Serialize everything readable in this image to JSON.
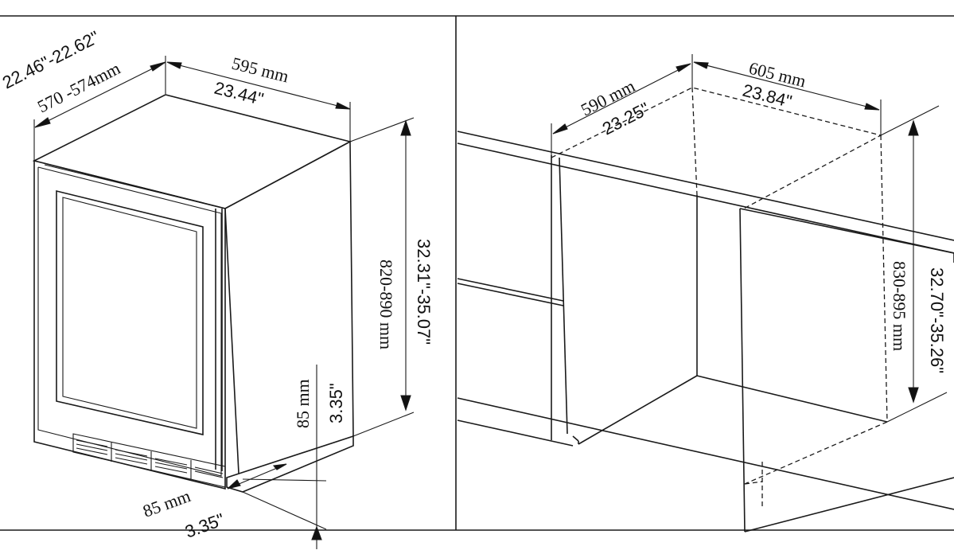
{
  "left_panel": {
    "depth_in": "22.46\"-22.62\"",
    "depth_mm": "570 -574mm",
    "width_mm": "595 mm",
    "width_in": "23.44\"",
    "height_in": "32.31\"-35.07\"",
    "height_mm": "820-890 mm",
    "toekick_height_mm": "85 mm",
    "toekick_height_in": "3.35\"",
    "toekick_depth_mm": "85 mm",
    "toekick_depth_in": "3.35\""
  },
  "right_panel": {
    "depth_mm": "590 mm",
    "depth_in": "23.25\"",
    "width_mm": "605 mm",
    "width_in": "23.84\"",
    "height_mm": "830-895 mm",
    "height_in": "32.70\"-35.26\""
  }
}
